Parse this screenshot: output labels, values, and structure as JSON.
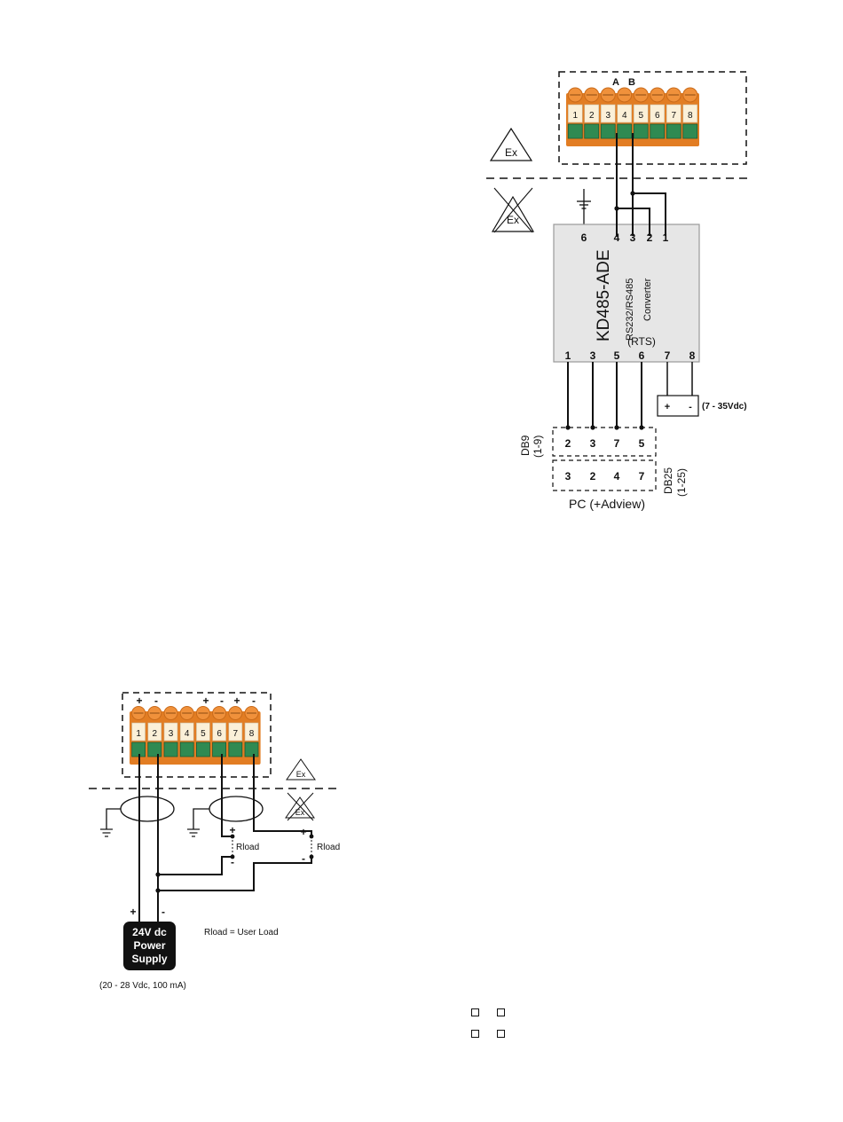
{
  "diagram1": {
    "terminal_top_labels": [
      "A",
      "B"
    ],
    "terminal_numbers": [
      "1",
      "2",
      "3",
      "4",
      "5",
      "6",
      "7",
      "8"
    ],
    "ex_label": "Ex",
    "module_name": "KD485-ADE",
    "module_sub1": "RS232/RS485",
    "module_sub2": "Converter",
    "module_rts": "(RTS)",
    "pins_top": [
      "6",
      "4",
      "3",
      "2",
      "1"
    ],
    "pins_bottom": [
      "1",
      "3",
      "5",
      "6",
      "7",
      "8"
    ],
    "power_plus": "+",
    "power_minus": "-",
    "power_range": "(7 - 35Vdc)",
    "db9_label": "DB9",
    "db9_range": "(1-9)",
    "db9_pins": [
      "2",
      "3",
      "7",
      "5"
    ],
    "db25_label": "DB25",
    "db25_range": "(1-25)",
    "db25_pins": [
      "3",
      "2",
      "4",
      "7"
    ],
    "pc_label": "PC (+Adview)"
  },
  "diagram2": {
    "polarity_top": [
      "+",
      "-",
      "+",
      "-",
      "+",
      "-"
    ],
    "terminal_numbers": [
      "1",
      "2",
      "3",
      "4",
      "5",
      "6",
      "7",
      "8"
    ],
    "ex_label": "Ex",
    "plus": "+",
    "minus": "-",
    "rload_1": "Rload",
    "rload_2": "Rload",
    "rload_legend": "Rload = User Load",
    "supply_line1": "24V dc",
    "supply_line2": "Power",
    "supply_line3": "Supply",
    "supply_range": "(20 - 28 Vdc, 100 mA)"
  },
  "colors": {
    "orange": "#f0913b",
    "orange_dark": "#e27d23",
    "green": "#2f8a52",
    "cream": "#fbf0d8",
    "module_grey": "#e6e6e6"
  }
}
